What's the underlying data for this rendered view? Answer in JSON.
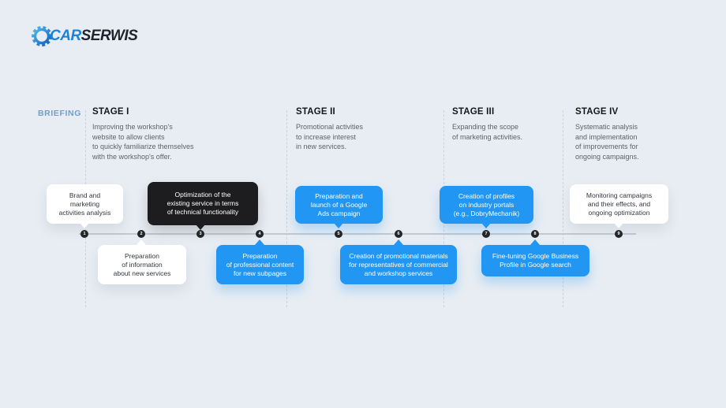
{
  "logo": {
    "brand_first": "CAR",
    "brand_second": "SERWIS",
    "gear_icon": "gear-icon"
  },
  "header": {
    "briefing_label": "BRIEFING",
    "stages": [
      {
        "title": "STAGE I",
        "description": "Improving the workshop's\nwebsite to allow clients\nto quickly familiarize themselves\nwith the workshop's offer."
      },
      {
        "title": "STAGE II",
        "description": "Promotional activities\nto increase interest\nin new services."
      },
      {
        "title": "STAGE III",
        "description": "Expanding the scope\nof marketing activities."
      },
      {
        "title": "STAGE IV",
        "description": "Systematic analysis\nand implementation\nof improvements for\nongoing campaigns."
      }
    ]
  },
  "timeline": {
    "milestones": [
      {
        "number": "1",
        "label": "Brand and\nmarketing\nactivities analysis",
        "style": "white",
        "position": "above"
      },
      {
        "number": "2",
        "label": "Preparation\nof information\nabout new services",
        "style": "white",
        "position": "below"
      },
      {
        "number": "3",
        "label": "Optimization of the\nexisting service in terms\nof technical functionality",
        "style": "black",
        "position": "above"
      },
      {
        "number": "4",
        "label": "Preparation\nof professional content\nfor new subpages",
        "style": "blue",
        "position": "below"
      },
      {
        "number": "5",
        "label": "Preparation and\nlaunch of a Google\nAds campaign",
        "style": "blue",
        "position": "above"
      },
      {
        "number": "6",
        "label": "Creation of promotional materials\nfor representatives of commercial\nand workshop services",
        "style": "blue",
        "position": "below"
      },
      {
        "number": "7",
        "label": "Creation of profiles\non industry portals\n(e.g., DobryMechanik)",
        "style": "blue",
        "position": "above"
      },
      {
        "number": "8",
        "label": "Fine-tuning Google Business\nProfile in Google search",
        "style": "blue",
        "position": "below"
      },
      {
        "number": "9",
        "label": "Monitoring campaigns\nand their effects, and\nongoing optimization",
        "style": "white",
        "position": "above"
      }
    ]
  },
  "colors": {
    "background": "#e8edf3",
    "accent_blue": "#2196f3",
    "card_black": "#1d1d1f",
    "card_white": "#ffffff",
    "briefing_blue": "#6f9ecb",
    "logo_blue": "#1b84d8",
    "logo_dark": "#20242e",
    "timeline_line": "#c0c8d1",
    "dot_dark": "#232529"
  }
}
